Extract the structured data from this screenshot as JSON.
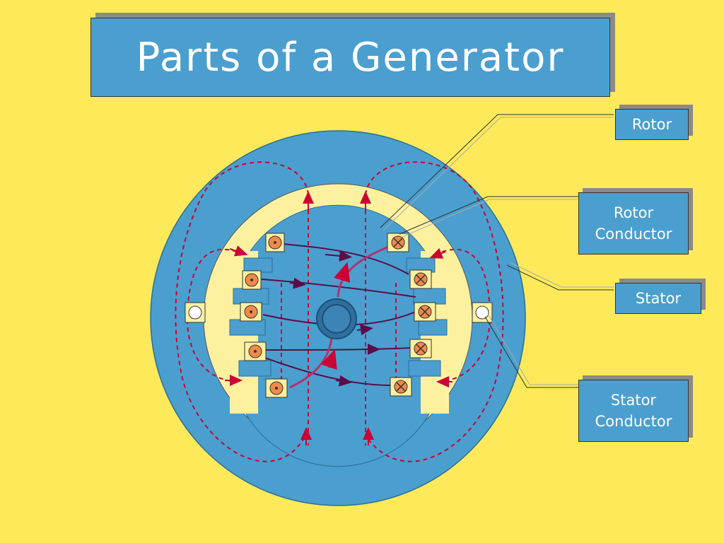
{
  "title": "Parts of a Generator",
  "labels": {
    "rotor": "Rotor",
    "rotor_conductor_line1": "Rotor",
    "rotor_conductor_line2": "Conductor",
    "stator": "Stator",
    "stator_conductor_line1": "Stator",
    "stator_conductor_line2": "Conductor"
  },
  "colors": {
    "background": "#fde95a",
    "blue": "#4a9fcf",
    "yellow_ring": "#fdf1a0",
    "flux_dashed": "#cc0033",
    "flux_solid": "#6a0f4a",
    "conductor_orange": "#f08a4b"
  },
  "icons": {
    "dot_conductor": "current-out-of-page-icon",
    "cross_conductor": "current-into-page-icon"
  }
}
